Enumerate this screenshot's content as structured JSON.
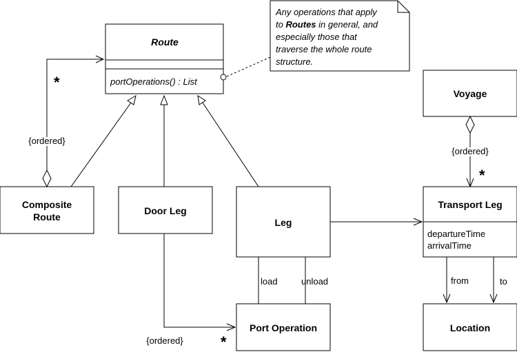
{
  "classes": {
    "route": {
      "name": "Route",
      "operation": "portOperations() : List"
    },
    "composite_route": {
      "line1": "Composite",
      "line2": "Route"
    },
    "door_leg": {
      "name": "Door Leg"
    },
    "leg": {
      "name": "Leg"
    },
    "port_operation": {
      "name": "Port Operation"
    },
    "voyage": {
      "name": "Voyage"
    },
    "transport_leg": {
      "name": "Transport Leg",
      "attr1": "departureTime",
      "attr2": "arrivalTime"
    },
    "location": {
      "name": "Location"
    }
  },
  "note": {
    "line1": "Any operations that apply",
    "line2_pre": "to ",
    "line2_bold": "Routes",
    "line2_post": " in general, and",
    "line3": "especially those that",
    "line4": "traverse the whole route",
    "line5": "structure."
  },
  "labels": {
    "ordered_composite": "{ordered}",
    "ordered_voyage": "{ordered}",
    "ordered_port": "{ordered}",
    "load": "load",
    "unload": "unload",
    "from": "from",
    "to": "to",
    "mult_route": "*",
    "mult_transport": "*",
    "mult_port": "*"
  }
}
